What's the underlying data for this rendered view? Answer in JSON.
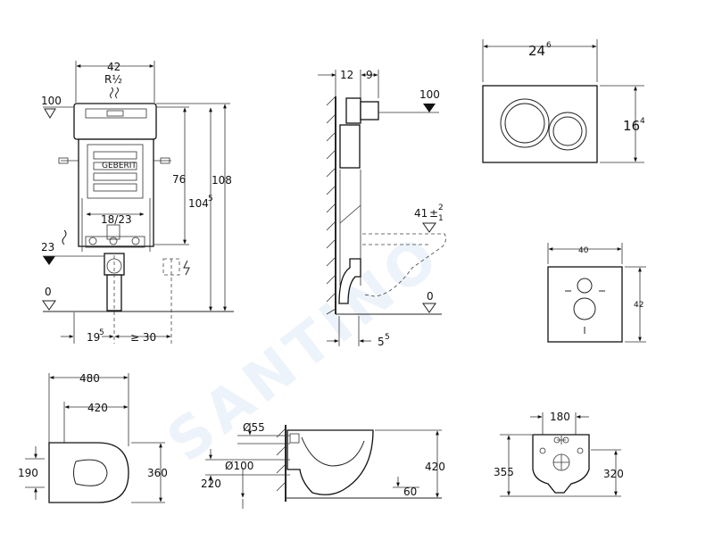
{
  "watermark": "SANTINO",
  "frame_front": {
    "width": "42",
    "flush": "R½",
    "inner_width": "18/23",
    "height_76": "76",
    "height_104": "104",
    "height_104_sup": "5",
    "height_108": "108",
    "level_100": "100",
    "level_23": "23",
    "level_0": "0",
    "offset_19": "19",
    "offset_19_sup": "5",
    "offset_30": "≥ 30",
    "brand": "GEBERIT"
  },
  "frame_side": {
    "depth_12": "12",
    "depth_9": "9",
    "level_100": "100",
    "level_41": "41",
    "level_41_tol_plus": "±",
    "level_41_sup": "2",
    "level_41_sub": "1",
    "level_0": "0",
    "offset_5": "5",
    "offset_5_sup": "5"
  },
  "plate": {
    "width": "24",
    "width_sup": "6",
    "height": "16",
    "height_sup": "4"
  },
  "soundproof": {
    "width": "40",
    "height": "42"
  },
  "bowl_top": {
    "outer_width": "480",
    "inner_width": "420",
    "side_190": "190",
    "side_360": "360"
  },
  "bowl_side": {
    "inlet": "Ø55",
    "outlet": "Ø100",
    "height_220": "220",
    "height_420": "420",
    "height_60": "60"
  },
  "bowl_back": {
    "width_180": "180",
    "height_355": "355",
    "height_320": "320"
  }
}
